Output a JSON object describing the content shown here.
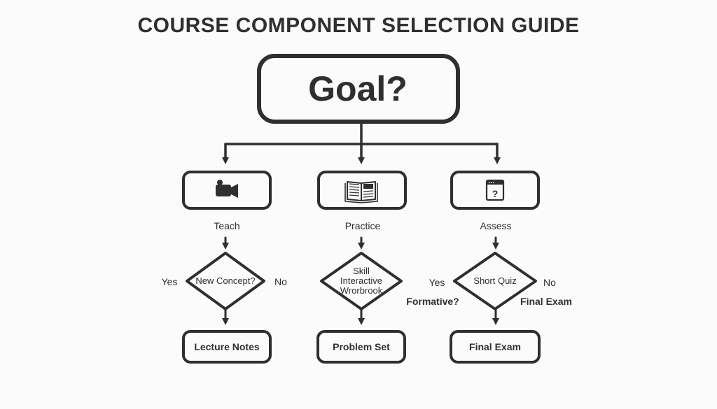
{
  "title": "COURSE COMPONENT SELECTION GUIDE",
  "goal": "Goal?",
  "branches": [
    {
      "icon": "video-camera-icon",
      "label": "Teach",
      "decision": "New Concept?",
      "yes": "Yes",
      "no": "No",
      "result": "Lecture Notes"
    },
    {
      "icon": "open-book-icon",
      "label": "Practice",
      "decision_line1": "Skill",
      "decision_line2": "Interactive",
      "decision_line3": "Wrorbrook",
      "result": "Problem Set"
    },
    {
      "icon": "quiz-window-icon",
      "label": "Assess",
      "decision": "Short Quiz",
      "yes": "Yes",
      "no": "No",
      "yes_sub": "Formative?",
      "no_sub": "Final Exam",
      "result": "Final Exam"
    }
  ],
  "colors": {
    "stroke": "#2f2f2f",
    "background": "#fbfbfb"
  }
}
